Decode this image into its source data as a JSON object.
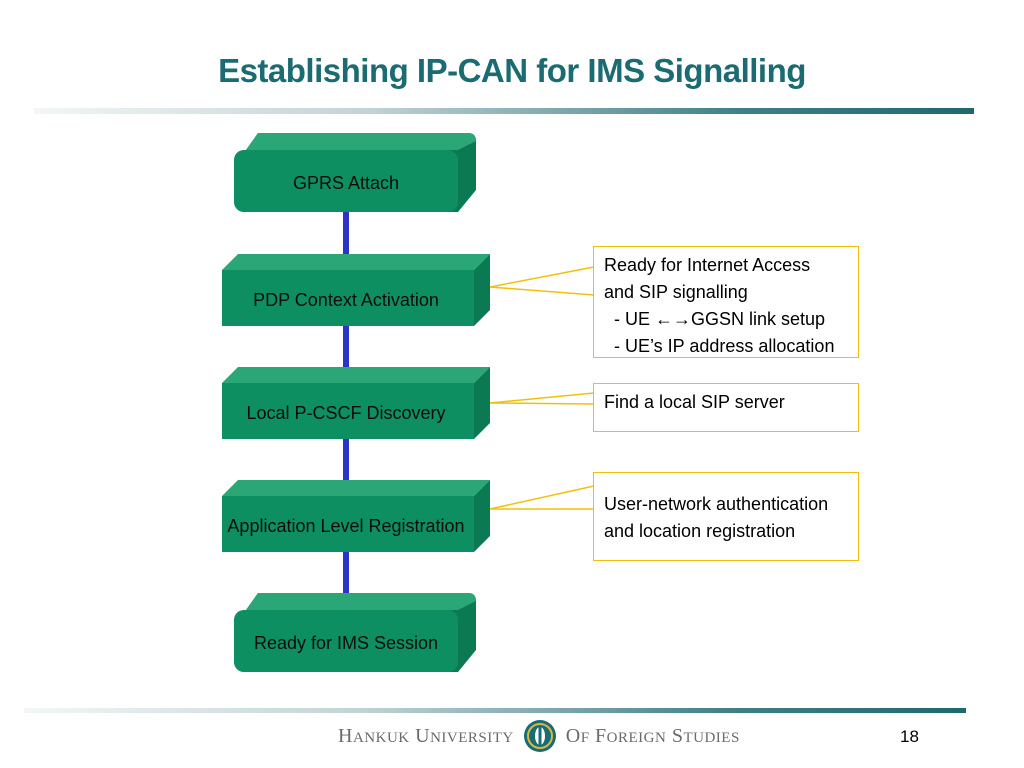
{
  "slide": {
    "title": "Establishing IP-CAN for IMS Signalling",
    "page_number": "18"
  },
  "flow": {
    "steps": [
      {
        "label": "GPRS Attach",
        "shape": "rounded"
      },
      {
        "label": "PDP Context Activation",
        "shape": "square"
      },
      {
        "label": "Local P-CSCF Discovery",
        "shape": "square"
      },
      {
        "label": "Application Level Registration",
        "shape": "square"
      },
      {
        "label": "Ready for IMS Session",
        "shape": "rounded"
      }
    ]
  },
  "callouts": [
    {
      "lines": [
        "Ready for Internet Access",
        "and SIP signalling",
        "  - UE ←→GGSN link setup",
        "  - UE’s IP address allocation"
      ],
      "attached_step": 1
    },
    {
      "lines": [
        "Find a local SIP server"
      ],
      "attached_step": 2
    },
    {
      "lines": [
        "User-network authentication",
        "and location registration"
      ],
      "attached_step": 3
    }
  ],
  "footer": {
    "university_name_part1": "Hankuk University",
    "university_name_part2": "of Foreign Studies"
  },
  "colors": {
    "title": "#1b6b73",
    "box_front": "#0e8f62",
    "box_top": "#2aa677",
    "box_side": "#0b7a52",
    "arrow": "#2b33c8",
    "callout_border": "#f2c00c"
  }
}
